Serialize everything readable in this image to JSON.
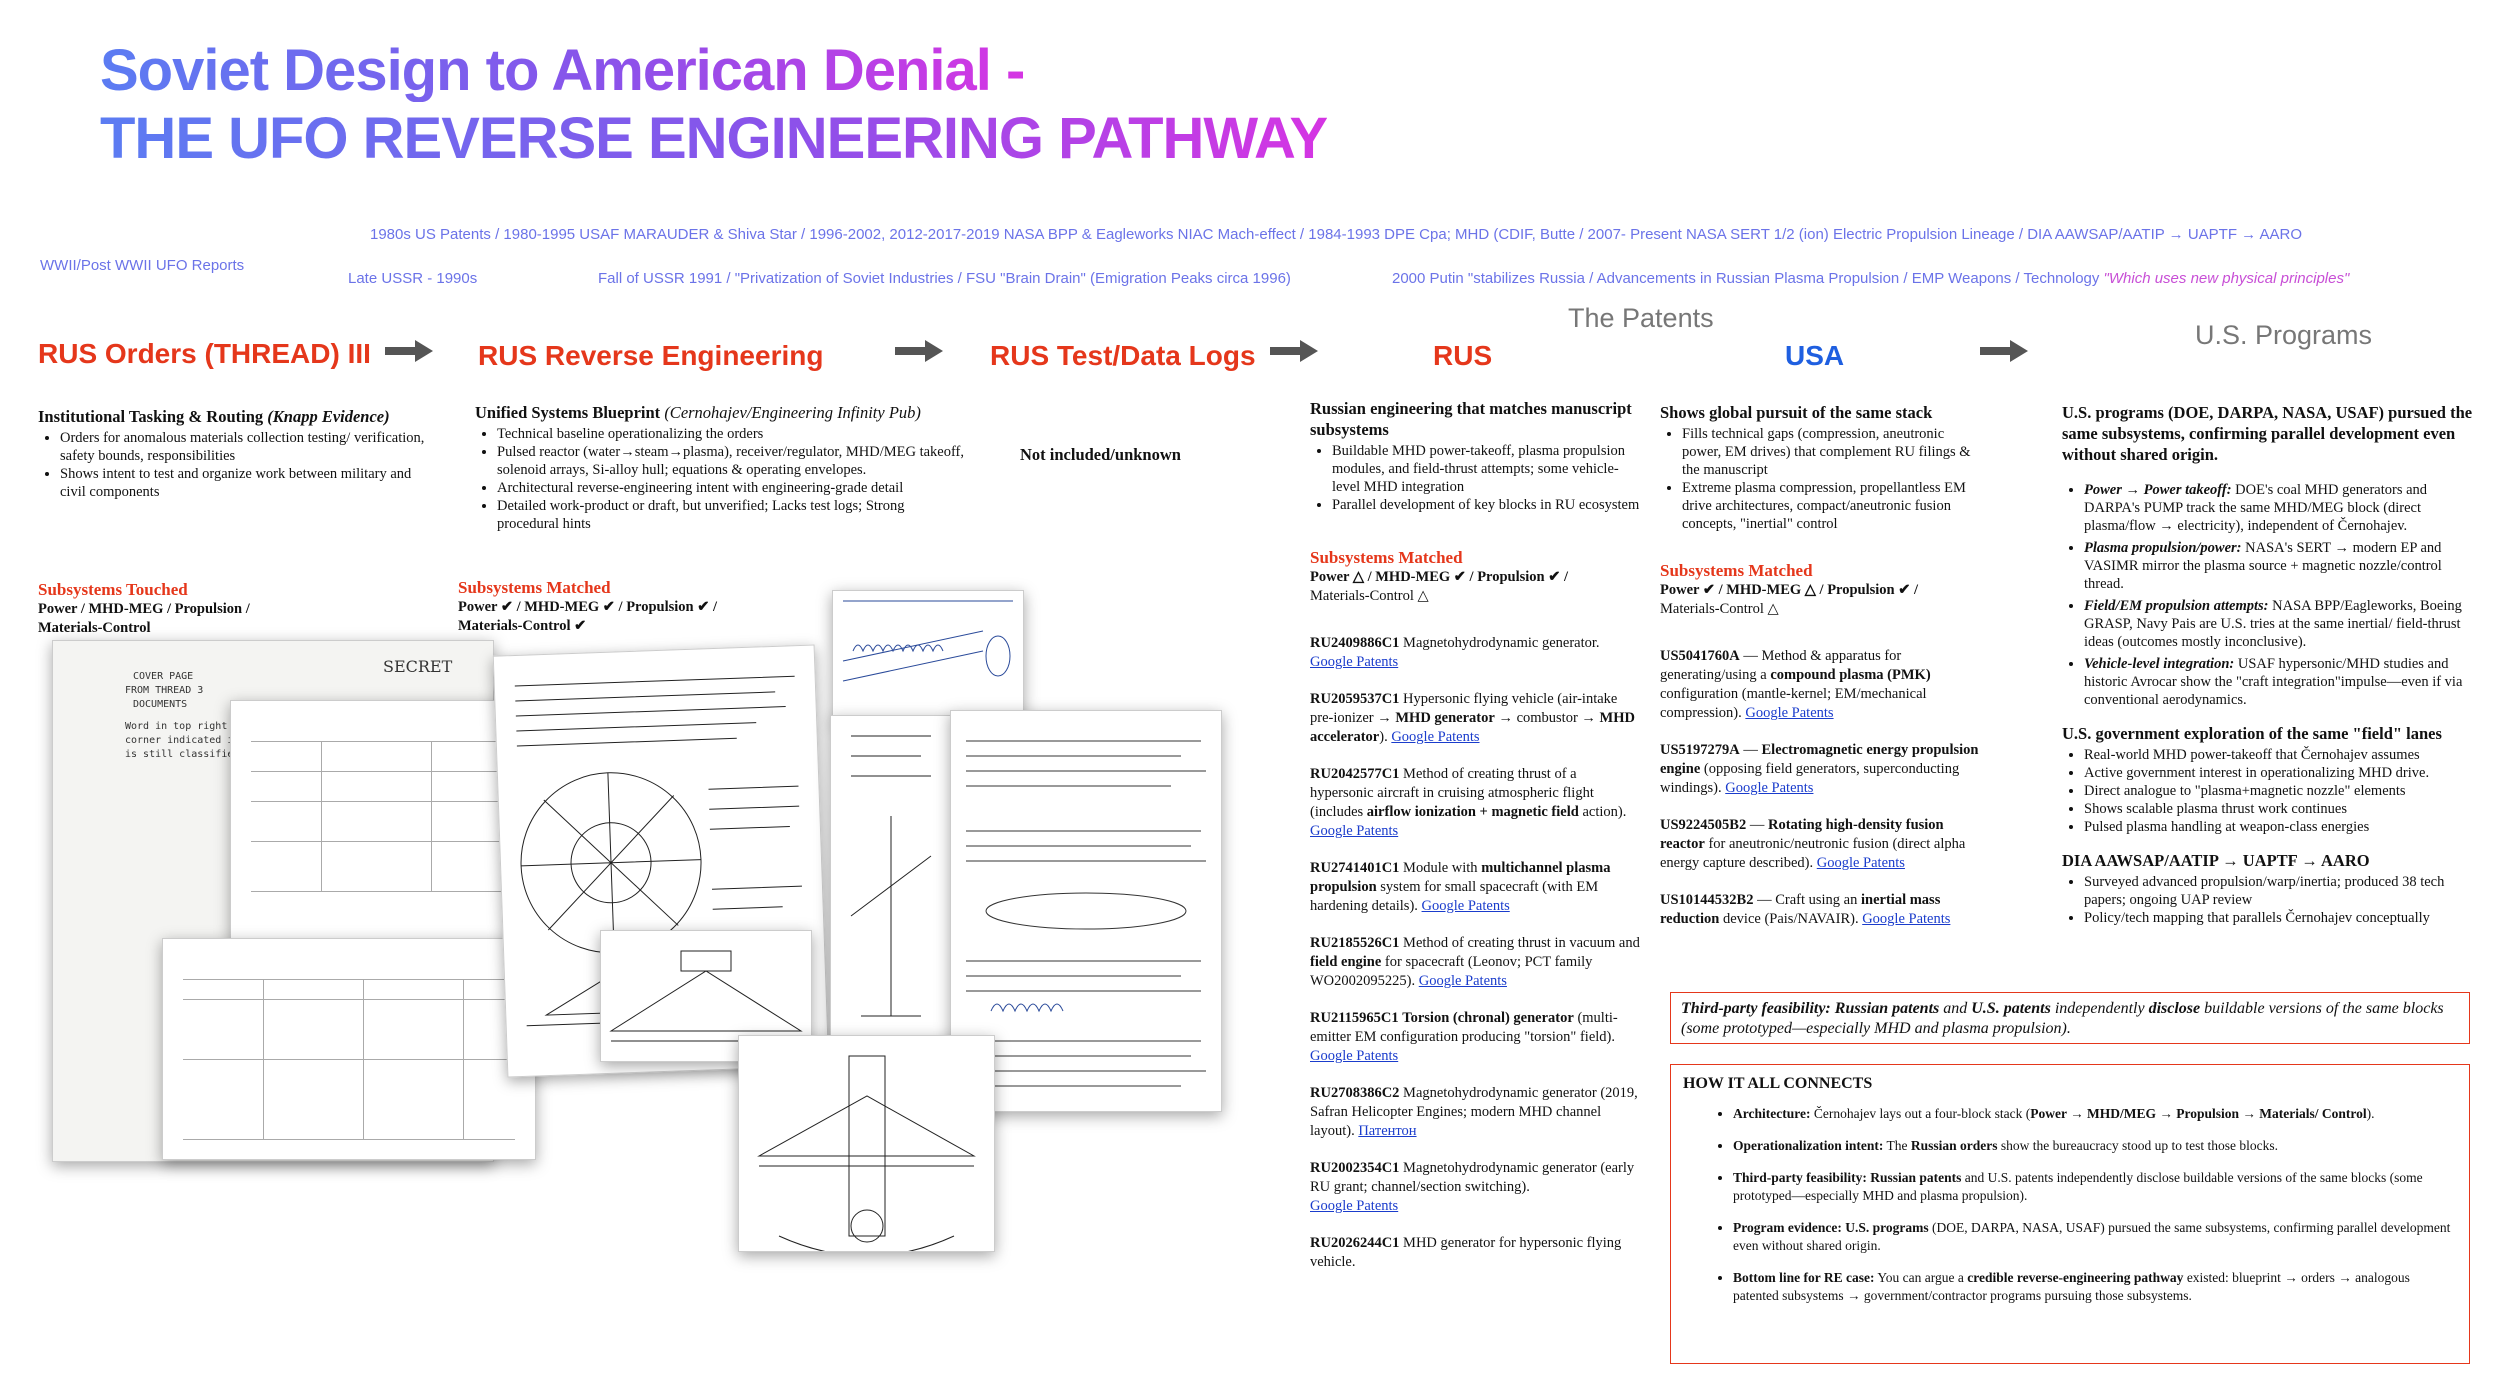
{
  "title": {
    "line1": "Soviet Design to American Denial -",
    "line2": "THE UFO REVERSE ENGINEERING PATHWAY"
  },
  "timeline": {
    "wwii": "WWII/Post WWII UFO Reports",
    "us_line": "1980s US Patents / 1980-1995 USAF MARAUDER & Shiva Star / 1996-2002, 2012-2017-2019  NASA BPP & Eagleworks NIAC Mach-effect  / 1984-1993 DPE Cpa; MHD (CDIF, Butte / 2007- Present NASA SERT 1/2 (ion) Electric Propulsion Lineage / DIA AAWSAP/AATIP → UAPTF → AARO",
    "late_ussr": "Late USSR - 1990s",
    "fall": "Fall of USSR 1991  / \"Privatization of Soviet Industries / FSU \"Brain Drain\" (Emigration Peaks circa 1996)",
    "putin": "2000 Putin \"stabilizes Russia / Advancements in Russian Plasma Propulsion / EMP Weapons /  Technology ",
    "putin_italic": "\"Which uses new physical principles\""
  },
  "headers": {
    "h1": "RUS Orders (THREAD) III",
    "h2": "RUS Reverse Engineering",
    "h3": "RUS Test/Data Logs",
    "patents": "The Patents",
    "rus": "RUS",
    "usa": "USA",
    "programs": "U.S. Programs"
  },
  "col1": {
    "title": "Institutional Tasking & Routing ",
    "title_it": "(Knapp Evidence)",
    "bullets": [
      "Orders for anomalous materials collection testing/ verification, safety bounds, responsibilities",
      "Shows intent to test and organize work between military and civil components"
    ],
    "sub_title": "Subsystems Touched",
    "sub_list": "Power  / MHD-MEG  / Propulsion  /",
    "sub_list2": "Materials-Control"
  },
  "col2": {
    "title": "Unified Systems Blueprint ",
    "title_it": "(Cernohajev/Engineering Infinity Pub)",
    "bullets": [
      "Technical baseline operationalizing the orders",
      "Pulsed reactor (water→steam→plasma), receiver/regulator, MHD/MEG takeoff, solenoid arrays, Si-alloy hull; equations & operating envelopes.",
      "Architectural reverse-engineering intent with engineering-grade detail",
      "Detailed work-product or draft, but unverified; Lacks test logs; Strong procedural hints"
    ],
    "sub_title": "Subsystems Matched",
    "sub_list": "Power ✔ / MHD-MEG ✔ / Propulsion ✔ /",
    "sub_list2": "Materials-Control ✔"
  },
  "col3": {
    "text": "Not included/unknown"
  },
  "rus": {
    "title": "Russian engineering that matches manuscript subsystems",
    "bullets": [
      "Buildable MHD power-takeoff, plasma propulsion modules, and field-thrust attempts; some vehicle-level MHD integration",
      "Parallel development of key blocks in RU ecosystem"
    ],
    "sub_title": "Subsystems Matched",
    "sub_list": "Power △ / MHD-MEG ✔ / Propulsion ✔ /",
    "sub_list2": "Materials-Control △",
    "patents": [
      {
        "id": "RU2409886C1",
        "text": " Magnetohydrodynamic generator.",
        "link": "Google Patents"
      },
      {
        "id": "RU2059537C1",
        "text": " Hypersonic flying vehicle (air-intake pre-ionizer → ",
        "bold1": "MHD generator",
        "text2": " → combustor → ",
        "bold2": "MHD accelerator",
        "text3": "). ",
        "link": "Google Patents"
      },
      {
        "id": "RU2042577C1",
        "text": " Method of creating thrust of a hypersonic aircraft in cruising atmospheric flight (includes ",
        "bold1": "airflow ionization + magnetic field",
        "text2": " action). ",
        "link": "Google Patents"
      },
      {
        "id": "RU2741401C1",
        "text": " Module with ",
        "bold1": "multichannel plasma propulsion",
        "text2": " system for small spacecraft (with EM hardening details). ",
        "link": "Google Patents"
      },
      {
        "id": "RU2185526C1",
        "text": " Method of creating thrust in vacuum and ",
        "bold1": "field engine",
        "text2": " for spacecraft (Leonov; PCT family WO2002095225). ",
        "link": "Google Patents"
      },
      {
        "id": "RU2115965C1",
        "text": " ",
        "bold1": "Torsion (chronal) generator",
        "text2": " (multi-emitter EM configuration producing \"torsion\" field). ",
        "link": "Google Patents"
      },
      {
        "id": "RU2708386C2",
        "text": " Magnetohydrodynamic generator (2019, Safran Helicopter Engines; modern MHD channel layout). ",
        "link": "Патентон"
      },
      {
        "id": "RU2002354C1",
        "text": " Magnetohydrodynamic generator (early RU grant; channel/section switching). ",
        "link": "Google Patents"
      },
      {
        "id": "RU2026244C1",
        "text": " MHD generator for hypersonic flying vehicle.",
        "link": ""
      }
    ]
  },
  "usa": {
    "title": "Shows global pursuit of the same stack",
    "bullets": [
      "Fills technical gaps (compression, aneutronic power, EM drives) that complement RU filings & the manuscript",
      "Extreme plasma compression, propellantless EM drive architectures, compact/aneutronic fusion concepts, \"inertial\" control"
    ],
    "sub_title": "Subsystems Matched",
    "sub_list": "Power ✔ / MHD-MEG △ / Propulsion ✔ /",
    "sub_list2": "Materials-Control △",
    "patents": [
      {
        "id": "US5041760A",
        "text": " — Method & apparatus for generating/using a ",
        "bold1": "compound plasma (PMK)",
        "text2": " configuration (mantle-kernel; EM/mechanical compression). ",
        "link": "Google Patents"
      },
      {
        "id": "US5197279A",
        "text": " — ",
        "bold1": "Electromagnetic energy propulsion engine",
        "text2": " (opposing field generators, superconducting windings). ",
        "link": "Google Patents"
      },
      {
        "id": "US9224505B2",
        "text": " — ",
        "bold1": "Rotating high-density fusion reactor",
        "text2": " for aneutronic/neutronic fusion (direct alpha energy capture described). ",
        "link": "Google Patents"
      },
      {
        "id": "US10144532B2",
        "text": " — Craft using an ",
        "bold1": "inertial mass reduction",
        "text2": " device (Pais/NAVAIR). ",
        "link": "Google Patents"
      }
    ]
  },
  "programs": {
    "title": "U.S. programs (DOE, DARPA, NASA, USAF) pursued the same subsystems, confirming parallel development even without shared origin.",
    "bullets": [
      {
        "lead": "Power → Power takeoff:",
        "text": " DOE's coal MHD generators and DARPA's PUMP track the same MHD/MEG block (direct plasma/flow → electricity), independent of Černohajev."
      },
      {
        "lead": "Plasma propulsion/power:",
        "text": " NASA's SERT → modern EP and VASIMR mirror the plasma source + magnetic nozzle/control thread."
      },
      {
        "lead": "Field/EM propulsion attempts:",
        "text": " NASA BPP/Eagleworks, Boeing GRASP, Navy Pais are U.S. tries at the same inertial/ field-thrust ideas (outcomes mostly inconclusive)."
      },
      {
        "lead": "Vehicle-level integration:",
        "text": " USAF hypersonic/MHD studies and historic Avrocar show the \"craft integration\"impulse—even if via conventional aerodynamics."
      }
    ],
    "field_title": "U.S. government exploration of the same \"field\" lanes",
    "field_bullets": [
      "Real-world MHD power-takeoff that Černohajev assumes",
      "Active government interest in operationalizing MHD drive.",
      "Direct analogue to \"plasma+magnetic nozzle\" elements",
      "Shows scalable plasma thrust work continues",
      "Pulsed plasma handling at weapon-class energies"
    ],
    "dia_title": "DIA AAWSAP/AATIP → UAPTF → AARO",
    "dia_bullets": [
      "Surveyed advanced propulsion/warp/inertia; produced 38 tech papers; ongoing UAP review",
      "Policy/tech mapping that parallels Černohajev conceptually"
    ]
  },
  "feasibility": {
    "lead": "Third-party feasibility:",
    "b1": "Russian patents",
    "t1": " and ",
    "b2": "U.S. patents",
    "t2": " independently ",
    "b3": "disclose",
    "t3": " buildable versions of the same blocks (some prototyped—especially MHD and plasma propulsion)."
  },
  "connects": {
    "title": "HOW IT ALL CONNECTS",
    "items": [
      {
        "lead": "Architecture:",
        "text": " Černohajev lays out a four-block stack (",
        "bold": "Power → MHD/MEG → Propulsion → Materials/ Control",
        "tail": ")."
      },
      {
        "lead": "Operationalization intent:",
        "text": " The ",
        "bold": "Russian orders",
        "tail": " show the bureaucracy stood up to test those blocks."
      },
      {
        "lead": "Third-party feasibility:",
        "text": " ",
        "bold": "Russian patents",
        "tail": " and U.S. patents independently disclose buildable versions of the same blocks (some prototyped—especially MHD and plasma propulsion)."
      },
      {
        "lead": "Program evidence:",
        "text": " ",
        "bold": "U.S. programs",
        "tail": " (DOE, DARPA, NASA, USAF) pursued the same subsystems, confirming parallel development even without shared origin."
      },
      {
        "lead": "Bottom line for RE case:",
        "text": " You can argue a ",
        "bold": "credible reverse-engineering pathway",
        "tail": " existed: blueprint → orders → analogous patented subsystems → government/contractor programs pursuing those subsystems."
      }
    ]
  },
  "docs": {
    "doc1_a": "COVER PAGE",
    "doc1_b": "FROM THREAD 3",
    "doc1_c": "DOCUMENTS",
    "doc1_d": "Word in top right",
    "doc1_e": "corner indicated it",
    "doc1_f": "is still classified.",
    "doc1_secret": "SECRET"
  },
  "colors": {
    "red": "#e5371b",
    "blue": "#1f5fe0",
    "grey": "#777777",
    "gradient_start": "#5b7cf2",
    "gradient_end": "#d535e3"
  }
}
